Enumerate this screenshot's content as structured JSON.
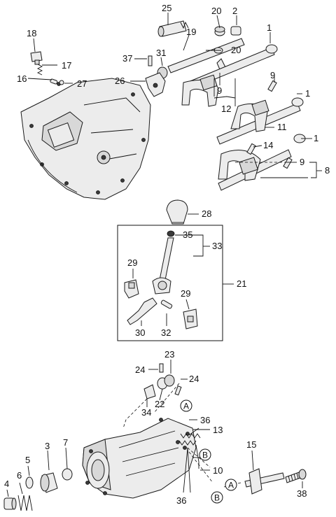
{
  "labels": {
    "p1a": "1",
    "p1b": "1",
    "p1c": "1",
    "p2": "2",
    "p3": "3",
    "p4": "4",
    "p5": "5",
    "p6": "6",
    "p7": "7",
    "p8": "8",
    "p9a": "9",
    "p9b": "9",
    "p9c": "9",
    "p10": "10",
    "p11": "11",
    "p12": "12",
    "p13": "13",
    "p14": "14",
    "p15": "15",
    "p16": "16",
    "p17": "17",
    "p18": "18",
    "p19": "19",
    "p20a": "20",
    "p20b": "20",
    "p21": "21",
    "p22": "22",
    "p23": "23",
    "p24a": "24",
    "p24b": "24",
    "p25": "25",
    "p26": "26",
    "p27": "27",
    "p28": "28",
    "p29a": "29",
    "p29b": "29",
    "p30": "30",
    "p31": "31",
    "p32": "32",
    "p33": "33",
    "p34": "34",
    "p35": "35",
    "p36a": "36",
    "p36b": "36",
    "p37": "37",
    "p38": "38"
  },
  "markers": {
    "a_top": "A",
    "b_top": "B",
    "a_bottom": "A",
    "b_bottom": "B"
  }
}
